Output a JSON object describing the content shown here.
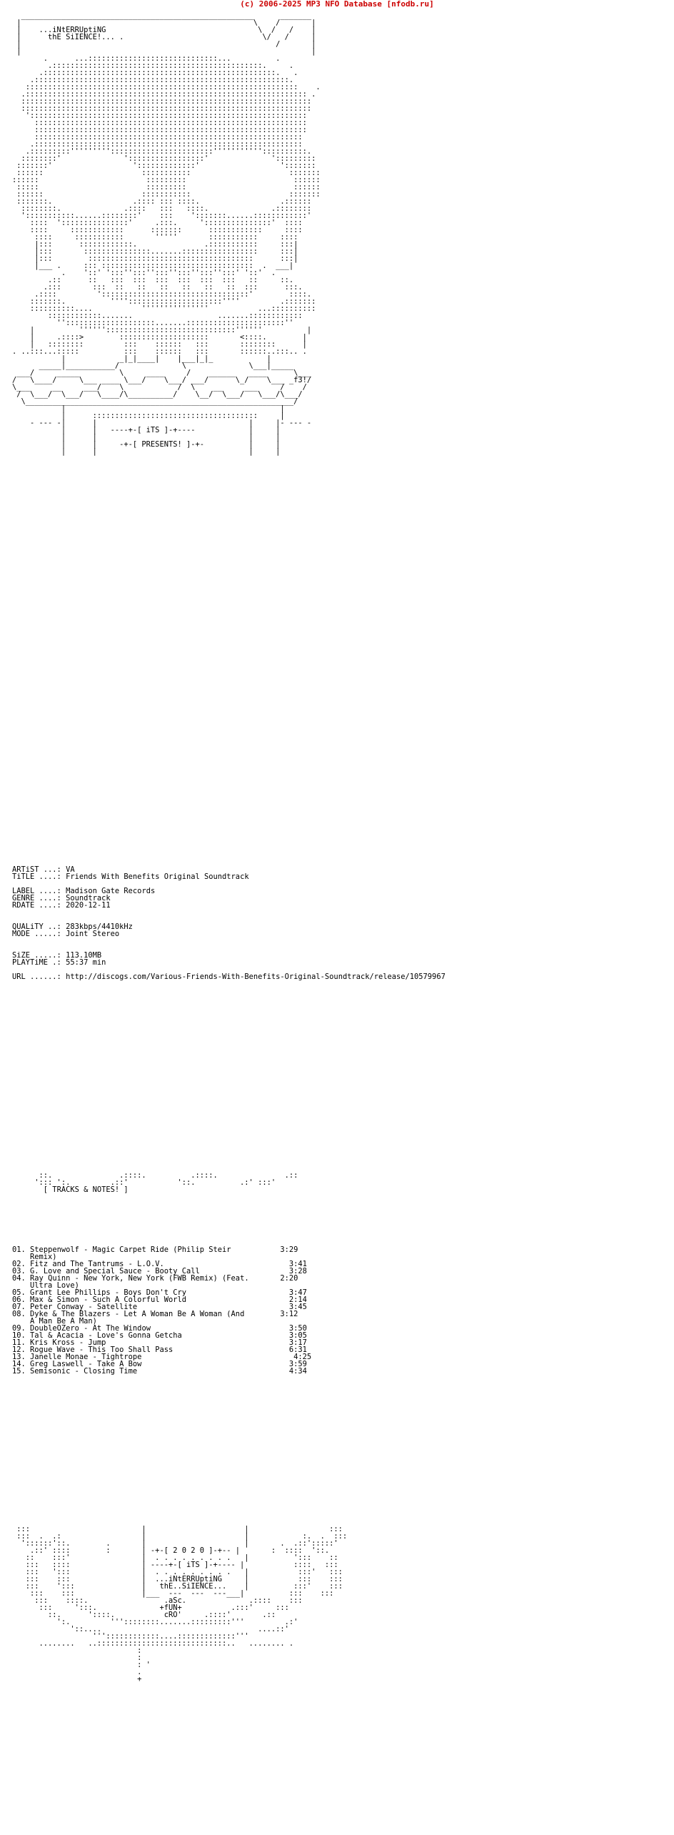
{
  "header": {
    "copyright": "(c) 2006-2025 MP3 NFO Database [nfodb.ru]",
    "color": "#cc0000"
  },
  "banner": {
    "top_line": "iNtERRUptiNG",
    "bottom_line": "thE SiIENCE!... ."
  },
  "presents": {
    "its_label": "[ iTS ]",
    "presents_label": "[ PRESENTS! ]"
  },
  "release": {
    "artist_label": "ARTiST ...:",
    "artist": "VA",
    "title_label": "TiTLE ....:",
    "title": "Friends With Benefits Original Soundtrack",
    "label_label": "LABEL ....:",
    "label": "Madison Gate Records",
    "genre_label": "GENRE ....:",
    "genre": "Soundtrack",
    "rdate_label": "RDATE ....:",
    "rdate": "2020-12-11",
    "quality_label": "QUALiTY ..:",
    "quality": "283kbps/4410kHz",
    "mode_label": "MODE .....:",
    "mode": "Joint Stereo",
    "size_label": "SiZE .....:",
    "size": "113.10MB",
    "playtime_label": "PLAYTiME .:",
    "playtime": "55:37 min",
    "url_label": "URL ......:",
    "url": "http://discogs.com/Various-Friends-With-Benefits-Original-Soundtrack/release/10579967"
  },
  "tracks_header": "[ TRACKS & NOTES! ]",
  "tracks": [
    {
      "num": "01.",
      "title": "Steppenwolf - Magic Carpet Ride (Philip Steir",
      "cont": "Remix)",
      "time": "3:29"
    },
    {
      "num": "02.",
      "title": "Fitz and The Tantrums - L.O.V.",
      "time": "3:41"
    },
    {
      "num": "03.",
      "title": "G. Love and Special Sauce - Booty Call",
      "time": "3:28"
    },
    {
      "num": "04.",
      "title": "Ray Quinn - New York, New York (FWB Remix) (Feat.",
      "cont": "Ultra Love)",
      "time": "2:20"
    },
    {
      "num": "05.",
      "title": "Grant Lee Phillips - Boys Don't Cry",
      "time": "3:47"
    },
    {
      "num": "06.",
      "title": "Max & Simon - Such A Colorful World",
      "time": "2:14"
    },
    {
      "num": "07.",
      "title": "Peter Conway - Satellite",
      "time": "3:45"
    },
    {
      "num": "08.",
      "title": "Dyke & The Blazers - Let A Woman Be A Woman (And",
      "cont": "A Man Be A Man)",
      "time": "3:12"
    },
    {
      "num": "09.",
      "title": "DoubleOZero - At The Window",
      "time": "3:50"
    },
    {
      "num": "10.",
      "title": "Tal & Acacia - Love's Gonna Getcha",
      "time": "3:05"
    },
    {
      "num": "11.",
      "title": "Kris Kross - Jump",
      "time": "3:17"
    },
    {
      "num": "12.",
      "title": "Rogue Wave - This Too Shall Pass",
      "time": "6:31"
    },
    {
      "num": "13.",
      "title": "Janelle Monae - Tightrope",
      "time": "4:25"
    },
    {
      "num": "14.",
      "title": "Greg Laswell - Take A Bow",
      "time": "3:59"
    },
    {
      "num": "15.",
      "title": "Semisonic - Closing Time",
      "time": "4:34"
    }
  ],
  "footer": {
    "year_label": "[ 2 0 2 0 ]",
    "its_label": "[ iTS ]",
    "line1": "...iNtERRUptiNG",
    "line2": "thE..SiIENCE...",
    "sig1": ".aSc.",
    "sig2": "+fUN+",
    "sig3": "cRO'"
  }
}
